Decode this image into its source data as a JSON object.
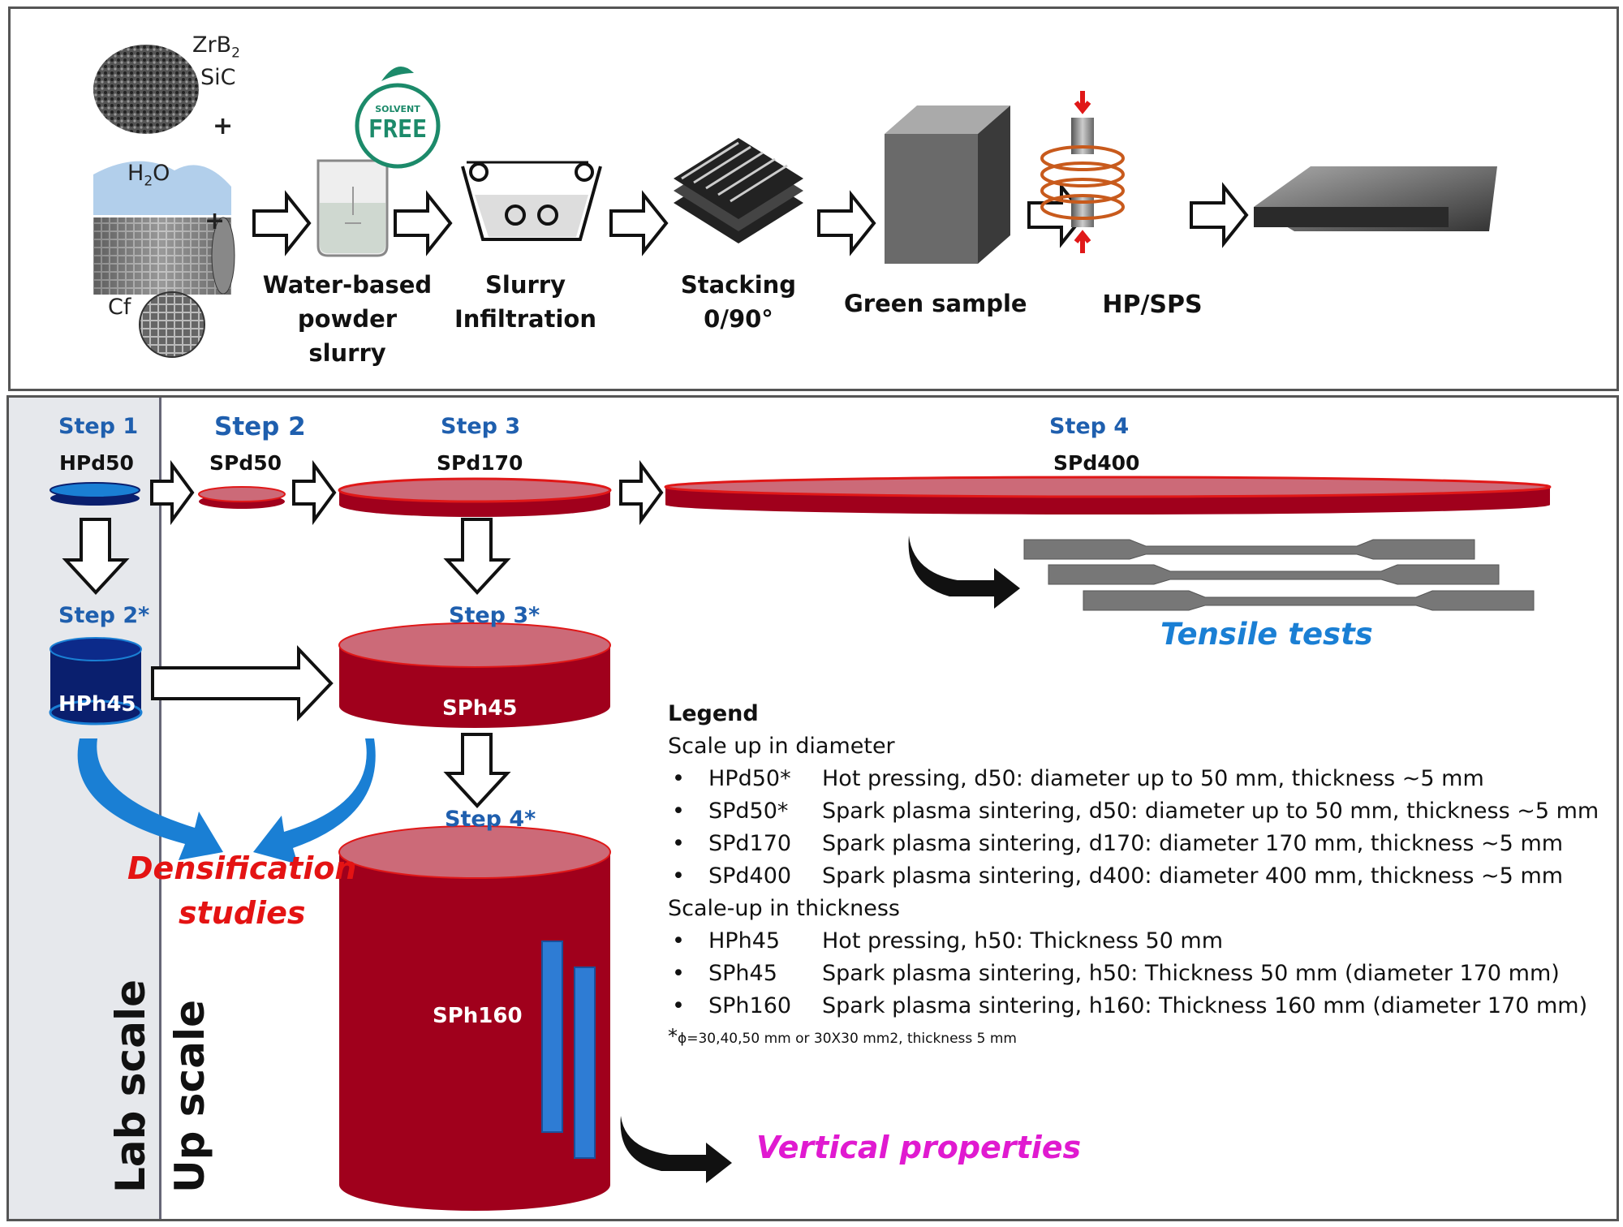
{
  "process": {
    "materials": {
      "zrb2": "ZrB",
      "zrb2_sub": "2",
      "sic": "SiC",
      "plus": "+",
      "h2o": "H",
      "h2o_sub": "2",
      "h2o_o": "O",
      "cf": "Cf"
    },
    "badge": {
      "line1": "SOLVENT",
      "line2": "FREE"
    },
    "steps": [
      {
        "label": "Water-based\npowder slurry"
      },
      {
        "label": "Slurry\nInfiltration"
      },
      {
        "label": "Stacking\n0/90°"
      },
      {
        "label": "Green sample"
      },
      {
        "label": "HP/SPS"
      }
    ]
  },
  "scaleup": {
    "side_labels": {
      "lab": "Lab scale",
      "up": "Up scale"
    },
    "diameter_row": [
      {
        "step": "Step 1",
        "code": "HPd50"
      },
      {
        "step": "Step 2",
        "code": "SPd50"
      },
      {
        "step": "Step 3",
        "code": "SPd170"
      },
      {
        "step": "Step 4",
        "code": "SPd400"
      }
    ],
    "thickness_col": [
      {
        "step": "Step 2*",
        "code": "HPh45"
      },
      {
        "step": "Step 3*",
        "code": "SPh45"
      },
      {
        "step": "Step 4*",
        "code": "SPh160"
      }
    ],
    "annotations": {
      "tensile": "Tensile tests",
      "densification1": "Densification",
      "densification2": "studies",
      "vertical": "Vertical properties"
    },
    "colors": {
      "red": "#a0001c",
      "red_top": "#cc6a78",
      "blue": "#0a1f6e",
      "blue_light": "#1a7fd4",
      "annotation_blue": "#1a7fd4",
      "annotation_red": "#e41313",
      "annotation_magenta": "#e01ad0",
      "step_blue": "#1f5fae"
    }
  },
  "legend": {
    "title": "Legend",
    "diameter_heading": "Scale up in diameter",
    "diameter_items": [
      {
        "code": "HPd50*",
        "desc": "Hot pressing, d50: diameter up to 50 mm, thickness ~5 mm"
      },
      {
        "code": "SPd50*",
        "desc": "Spark plasma sintering, d50: diameter up to 50 mm, thickness ~5 mm"
      },
      {
        "code": "SPd170",
        "desc": "Spark plasma sintering, d170: diameter 170 mm, thickness ~5 mm"
      },
      {
        "code": "SPd400",
        "desc": "Spark plasma sintering, d400: diameter 400 mm, thickness ~5 mm"
      }
    ],
    "thickness_heading": "Scale-up in thickness",
    "thickness_items": [
      {
        "code": "HPh45",
        "desc": "Hot pressing, h50: Thickness 50 mm"
      },
      {
        "code": "SPh45",
        "desc": "Spark plasma sintering, h50: Thickness 50 mm (diameter 170 mm)"
      },
      {
        "code": "SPh160",
        "desc": "Spark plasma sintering, h160: Thickness 160 mm (diameter 170 mm)"
      }
    ],
    "bullet": "•",
    "footnote_star": "*",
    "footnote": "ϕ=30,40,50 mm or 30X30 mm2, thickness 5 mm"
  }
}
